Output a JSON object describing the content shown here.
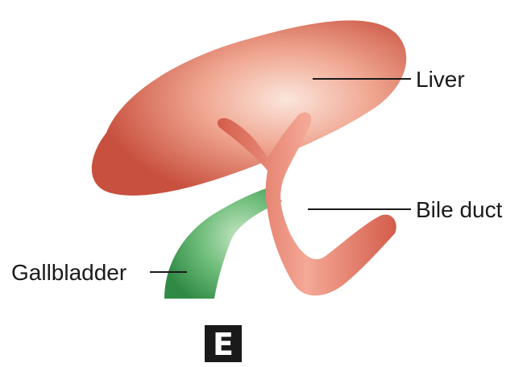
{
  "labels": {
    "liver": "Liver",
    "bile_duct": "Bile duct",
    "gallbladder": "Gallbladder"
  },
  "panel_letter": "E",
  "colors": {
    "liver": "#e8836f",
    "duct": "#e57562",
    "gallbladder": "#4fab63",
    "badge": "#1a1a1a"
  }
}
